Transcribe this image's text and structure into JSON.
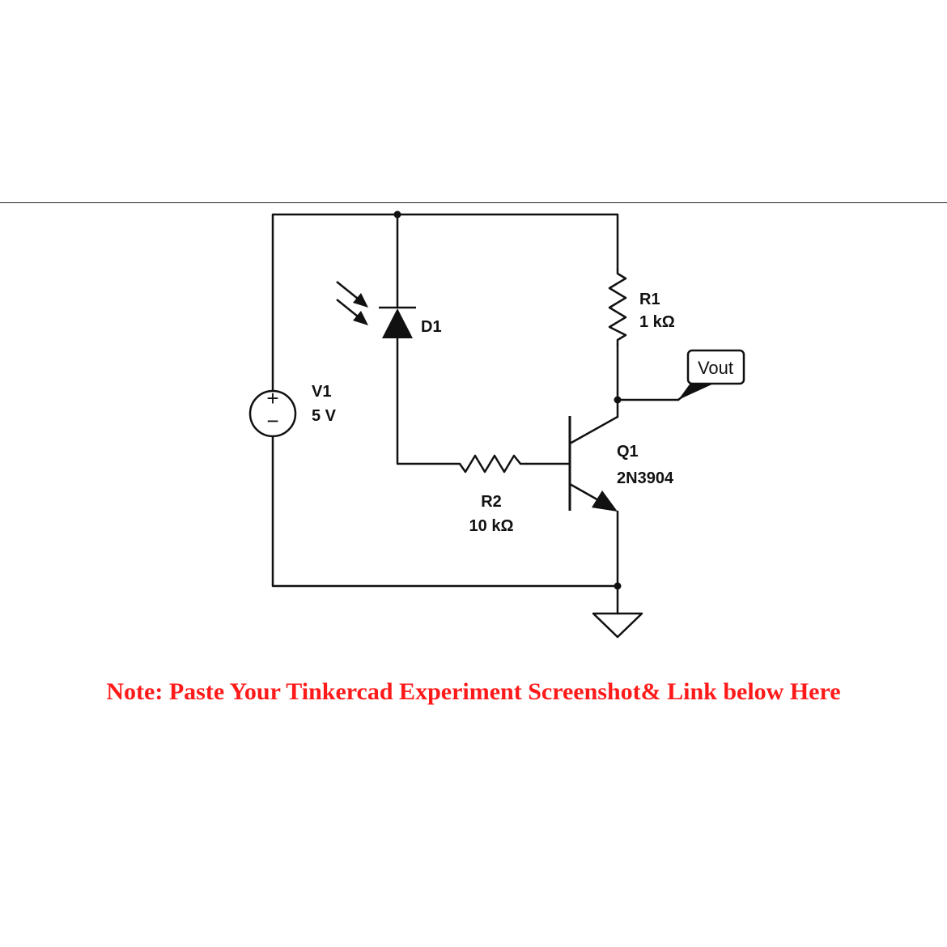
{
  "schematic": {
    "source": {
      "name": "V1",
      "value": "5 V",
      "plus": "+",
      "minus": "−"
    },
    "photodiode": {
      "name": "D1"
    },
    "collector_resistor": {
      "name": "R1",
      "value": "1 kΩ"
    },
    "base_resistor": {
      "name": "R2",
      "value": "10 kΩ"
    },
    "transistor": {
      "name": "Q1",
      "model": "2N3904"
    },
    "output_label": "Vout"
  },
  "note": "Note: Paste Your Tinkercad Experiment Screenshot& Link below Here",
  "colors": {
    "note": "#ff1a1a",
    "wire": "#111111"
  }
}
